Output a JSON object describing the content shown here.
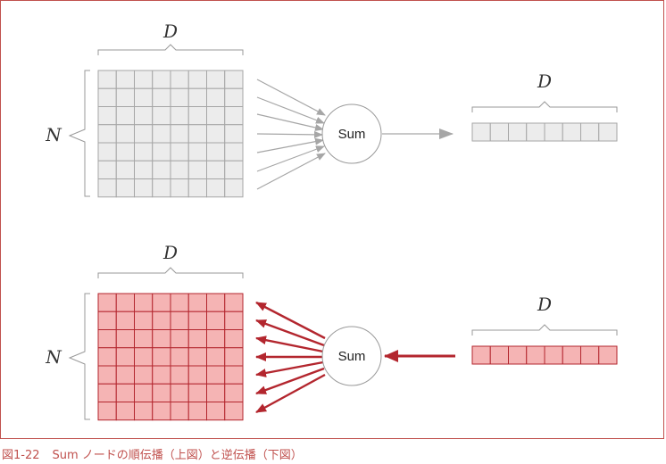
{
  "figure": {
    "caption_number": "図1-22",
    "caption_text": "Sum ノードの順伝播（上図）と逆伝播（下図）"
  },
  "forward": {
    "matrix_rows_label": "N",
    "matrix_cols_label": "D",
    "node_label": "Sum",
    "output_label": "D"
  },
  "backward": {
    "matrix_rows_label": "N",
    "matrix_cols_label": "D",
    "node_label": "Sum",
    "input_label": "D"
  },
  "colors": {
    "border": "#c0504d",
    "forward_cell": "#ececec",
    "forward_stroke": "#a6a6a6",
    "forward_arrow": "#a6a6a6",
    "backward_cell": "#f5b4b4",
    "backward_stroke": "#b3262e",
    "backward_arrow": "#b3262e"
  }
}
